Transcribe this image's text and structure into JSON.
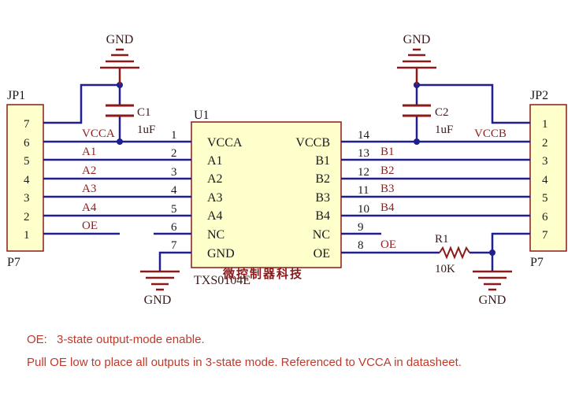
{
  "labels": {
    "gnd": "GND",
    "jp1": "JP1",
    "jp2": "JP2",
    "p7": "P7",
    "u1": "U1",
    "part": "TXS0104E",
    "watermark": "微控制器科技",
    "c1": "C1",
    "c2": "C2",
    "cap_value": "1uF",
    "r1": "R1",
    "r1_value": "10K"
  },
  "jp1_pins": [
    "7",
    "6",
    "5",
    "4",
    "3",
    "2",
    "1"
  ],
  "jp2_pins": [
    "1",
    "2",
    "3",
    "4",
    "5",
    "6",
    "7"
  ],
  "left_nets": [
    "VCCA",
    "A1",
    "A2",
    "A3",
    "A4",
    "OE"
  ],
  "right_nets": [
    "VCCB",
    "B1",
    "B2",
    "B3",
    "B4",
    "OE"
  ],
  "u1_left_pins": [
    {
      "num": "1",
      "name": "VCCA"
    },
    {
      "num": "2",
      "name": "A1"
    },
    {
      "num": "3",
      "name": "A2"
    },
    {
      "num": "4",
      "name": "A3"
    },
    {
      "num": "5",
      "name": "A4"
    },
    {
      "num": "6",
      "name": "NC"
    },
    {
      "num": "7",
      "name": "GND"
    }
  ],
  "u1_right_pins": [
    {
      "num": "14",
      "name": "VCCB"
    },
    {
      "num": "13",
      "name": "B1"
    },
    {
      "num": "12",
      "name": "B2"
    },
    {
      "num": "11",
      "name": "B3"
    },
    {
      "num": "10",
      "name": "B4"
    },
    {
      "num": "9",
      "name": "NC"
    },
    {
      "num": "8",
      "name": "OE"
    }
  ],
  "notes": {
    "line1_key": "OE:",
    "line1_text": "3-state output-mode enable.",
    "line2": "Pull OE low to place all outputs in 3-state mode. Referenced to VCCA in datasheet."
  },
  "colors": {
    "wire": "#1f1f8f",
    "power": "#8b1a1a",
    "component": "#8b1a1a",
    "part_outline": "#8b1a1a",
    "part_fill": "#ffffcc",
    "connector_fill": "#ffffcc",
    "note_text": "#c0392b"
  }
}
